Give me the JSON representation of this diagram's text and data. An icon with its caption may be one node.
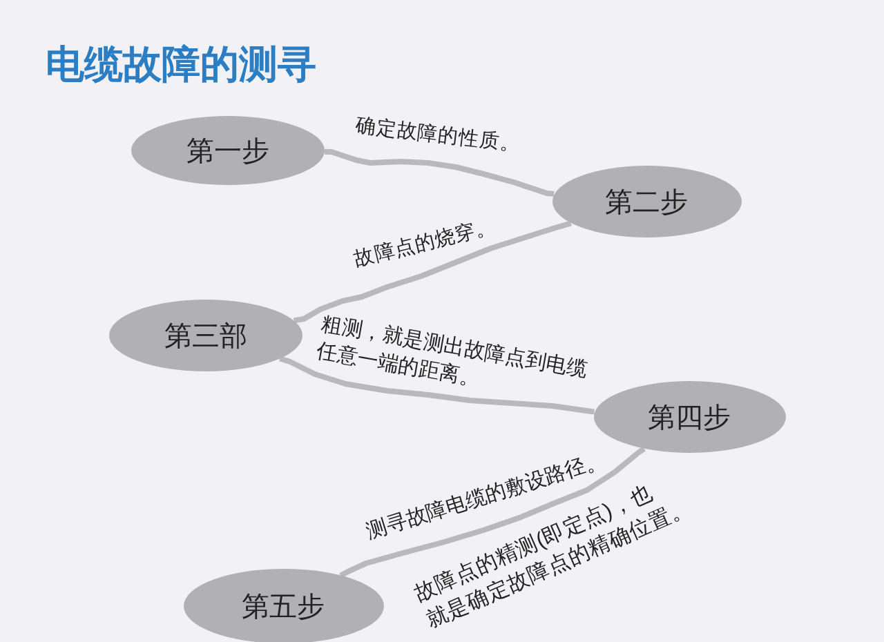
{
  "diagram": {
    "title": "电缆故障的测寻",
    "nodes": [
      {
        "text": [
          "第一步"
        ]
      },
      {
        "text": [
          "第二步"
        ]
      },
      {
        "text": [
          "第三部"
        ]
      },
      {
        "text": [
          "第四步"
        ]
      },
      {
        "text": [
          "第五步"
        ]
      }
    ],
    "edges": [
      {
        "from": 0,
        "to": 1,
        "arrow": "none",
        "label": "确定故障的性质。"
      },
      {
        "from": 1,
        "to": 2,
        "arrow": "none",
        "label": "故障点的烧穿。"
      },
      {
        "from": 2,
        "to": 3,
        "arrow": "none",
        "label": "粗测，就是测出故障点到电缆任意一端的距离。"
      },
      {
        "from": 3,
        "to": 4,
        "arrow": "none",
        "label": "测寻故障电缆的敷设路径。"
      }
    ],
    "labels": [
      "故障点的精测(即定点)，也就是确定故障点的精确位置。"
    ]
  }
}
